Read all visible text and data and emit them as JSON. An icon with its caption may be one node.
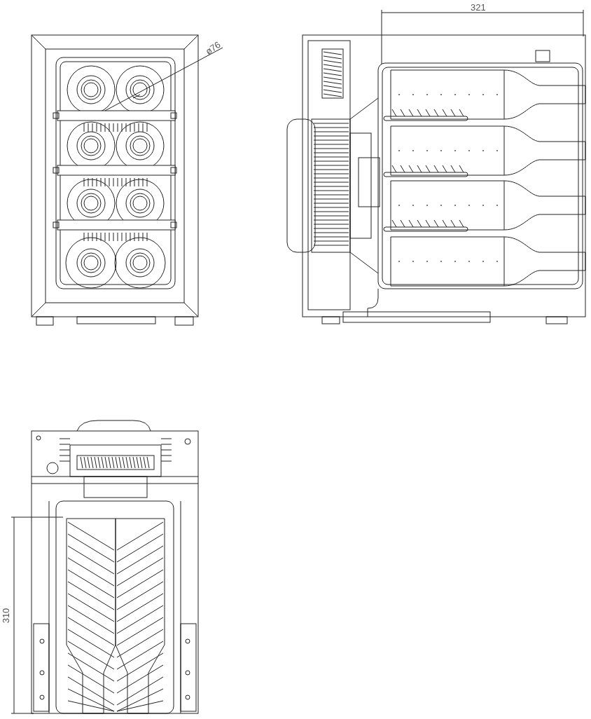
{
  "diagram": {
    "labels": [
      "ø76",
      "321",
      "310"
    ]
  }
}
